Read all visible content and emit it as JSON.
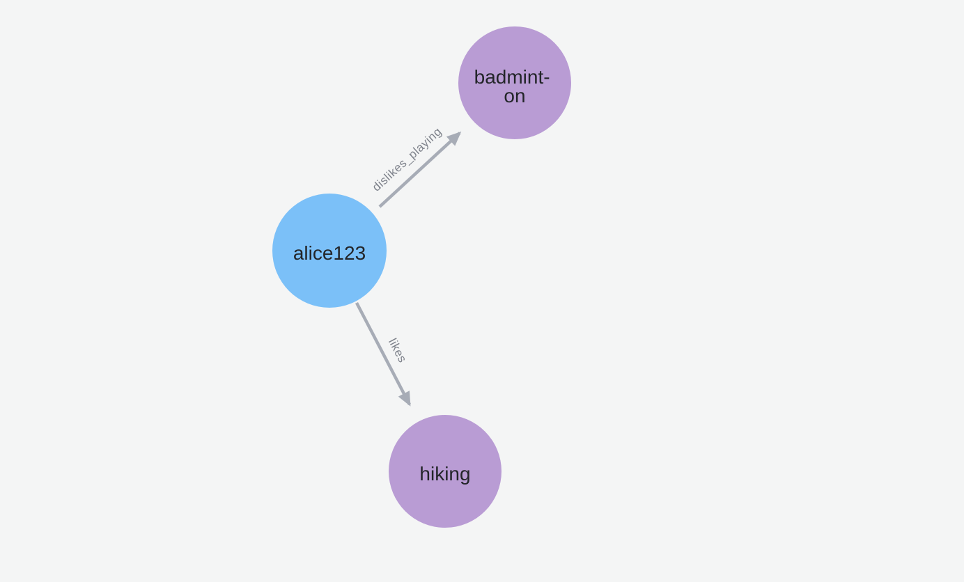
{
  "graph": {
    "background_color": "#f4f5f5",
    "person_node_color": "#7bc0f8",
    "interest_node_color": "#b99cd4",
    "edge_color": "#a7acb6",
    "edge_label_color": "#7e828b",
    "node_label_color": "#232529",
    "nodes": [
      {
        "id": "alice123",
        "label": "alice123",
        "label_line1": "alice123",
        "label_line2": "",
        "type": "person"
      },
      {
        "id": "badminton",
        "label": "badminton",
        "label_line1": "badmint-",
        "label_line2": "on",
        "type": "interest"
      },
      {
        "id": "hiking",
        "label": "hiking",
        "label_line1": "hiking",
        "label_line2": "",
        "type": "interest"
      }
    ],
    "edges": [
      {
        "from": "alice123",
        "to": "badminton",
        "label": "dislikes_playing"
      },
      {
        "from": "alice123",
        "to": "hiking",
        "label": "likes"
      }
    ]
  }
}
